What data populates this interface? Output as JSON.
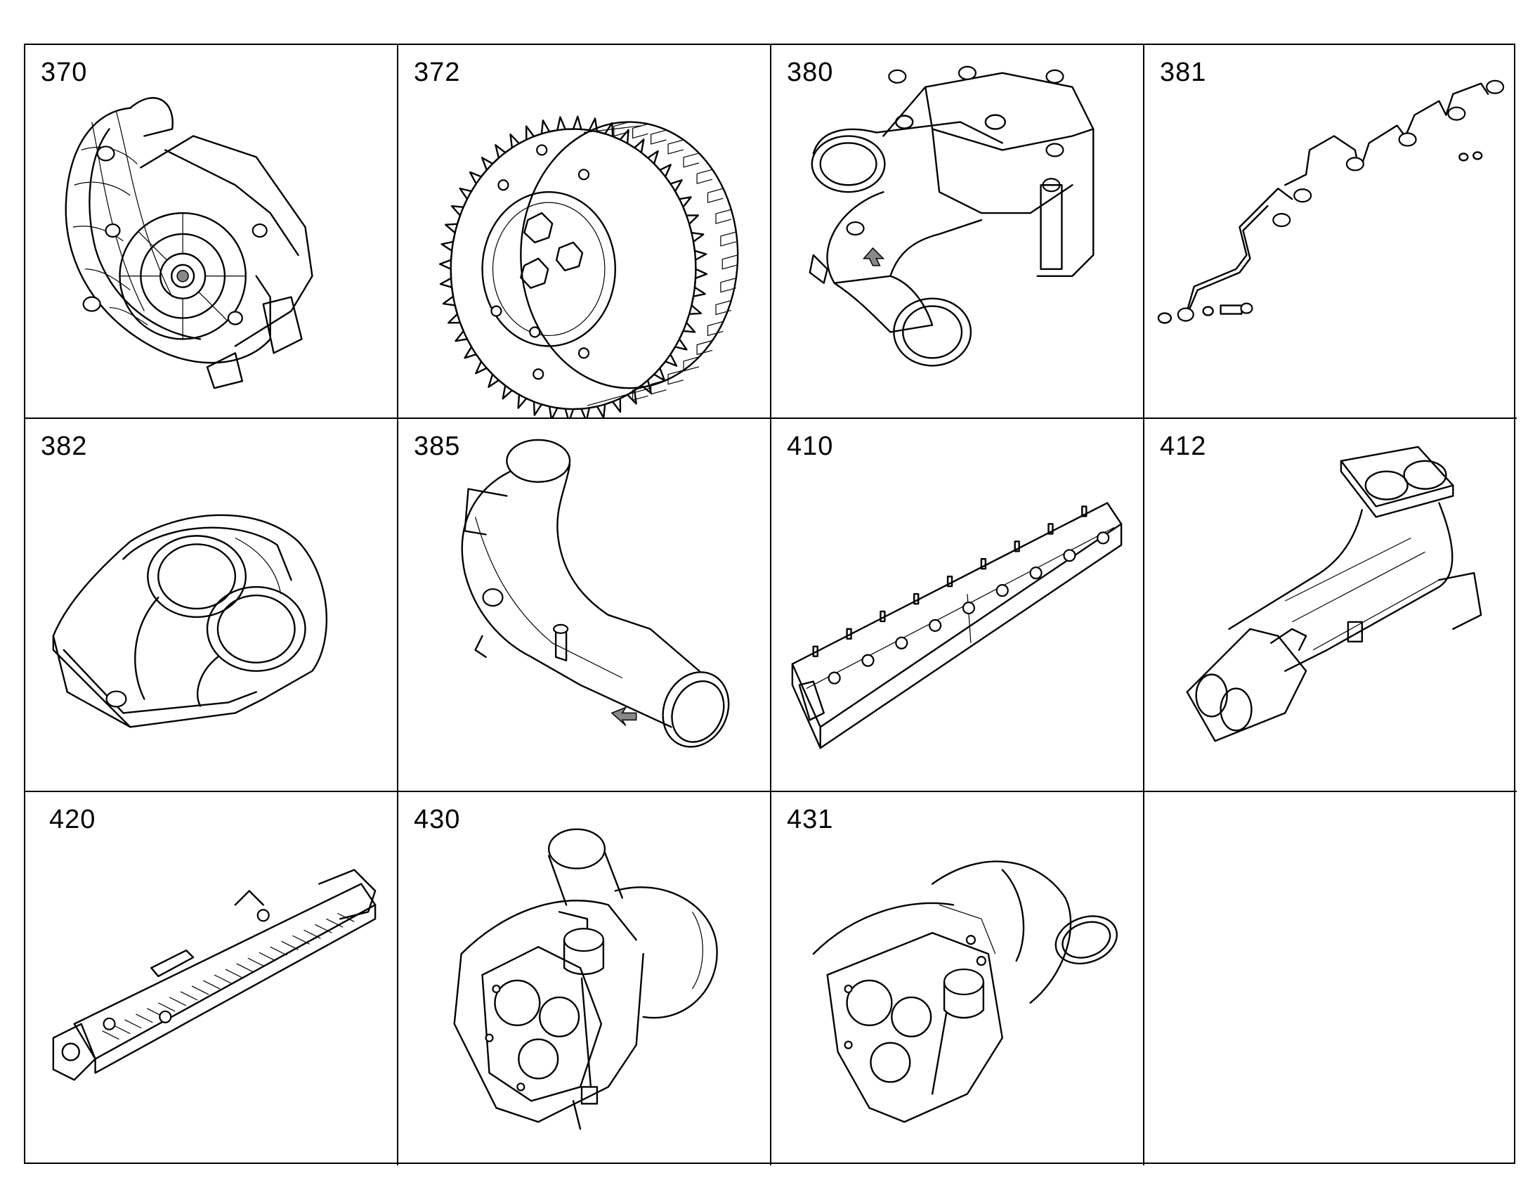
{
  "parts": [
    {
      "number": "370",
      "illustration": "turbo-compressor-housing"
    },
    {
      "number": "372",
      "illustration": "gear-wheel"
    },
    {
      "number": "380",
      "illustration": "oil-pump-with-pipe"
    },
    {
      "number": "381",
      "illustration": "injection-lines"
    },
    {
      "number": "382",
      "illustration": "twin-elbow-manifold"
    },
    {
      "number": "385",
      "illustration": "bent-pipe"
    },
    {
      "number": "410",
      "illustration": "rocker-cover-rail"
    },
    {
      "number": "412",
      "illustration": "exhaust-manifold"
    },
    {
      "number": "420",
      "illustration": "charge-air-cooler"
    },
    {
      "number": "430",
      "illustration": "turbocharger"
    },
    {
      "number": "431",
      "illustration": "turbocharger"
    },
    {
      "number": "",
      "illustration": "empty"
    }
  ]
}
